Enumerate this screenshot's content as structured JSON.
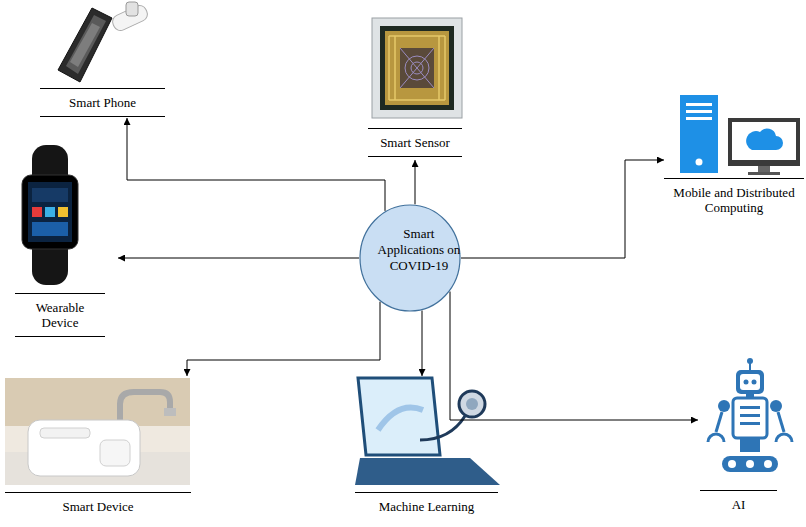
{
  "diagram": {
    "nodes": [
      {
        "text": [
          "Smart Phone"
        ]
      },
      {
        "text": [
          "Smart Sensor"
        ]
      },
      {
        "text": [
          "Mobile and Distributed Computing"
        ]
      },
      {
        "text": [
          "Wearable Device"
        ]
      },
      {
        "text": [
          "Smart Applications on COVID-19"
        ]
      },
      {
        "text": [
          "Smart Device"
        ]
      },
      {
        "text": [
          "Machine Learning"
        ]
      },
      {
        "text": [
          "AI"
        ]
      }
    ],
    "edges": [
      {
        "from": 4,
        "to": 0,
        "arrow": "to"
      },
      {
        "from": 4,
        "to": 1,
        "arrow": "to"
      },
      {
        "from": 4,
        "to": 2,
        "arrow": "to"
      },
      {
        "from": 4,
        "to": 3,
        "arrow": "to"
      },
      {
        "from": 4,
        "to": 5,
        "arrow": "to"
      },
      {
        "from": 4,
        "to": 6,
        "arrow": "to"
      },
      {
        "from": 4,
        "to": 7,
        "arrow": "to"
      }
    ]
  }
}
